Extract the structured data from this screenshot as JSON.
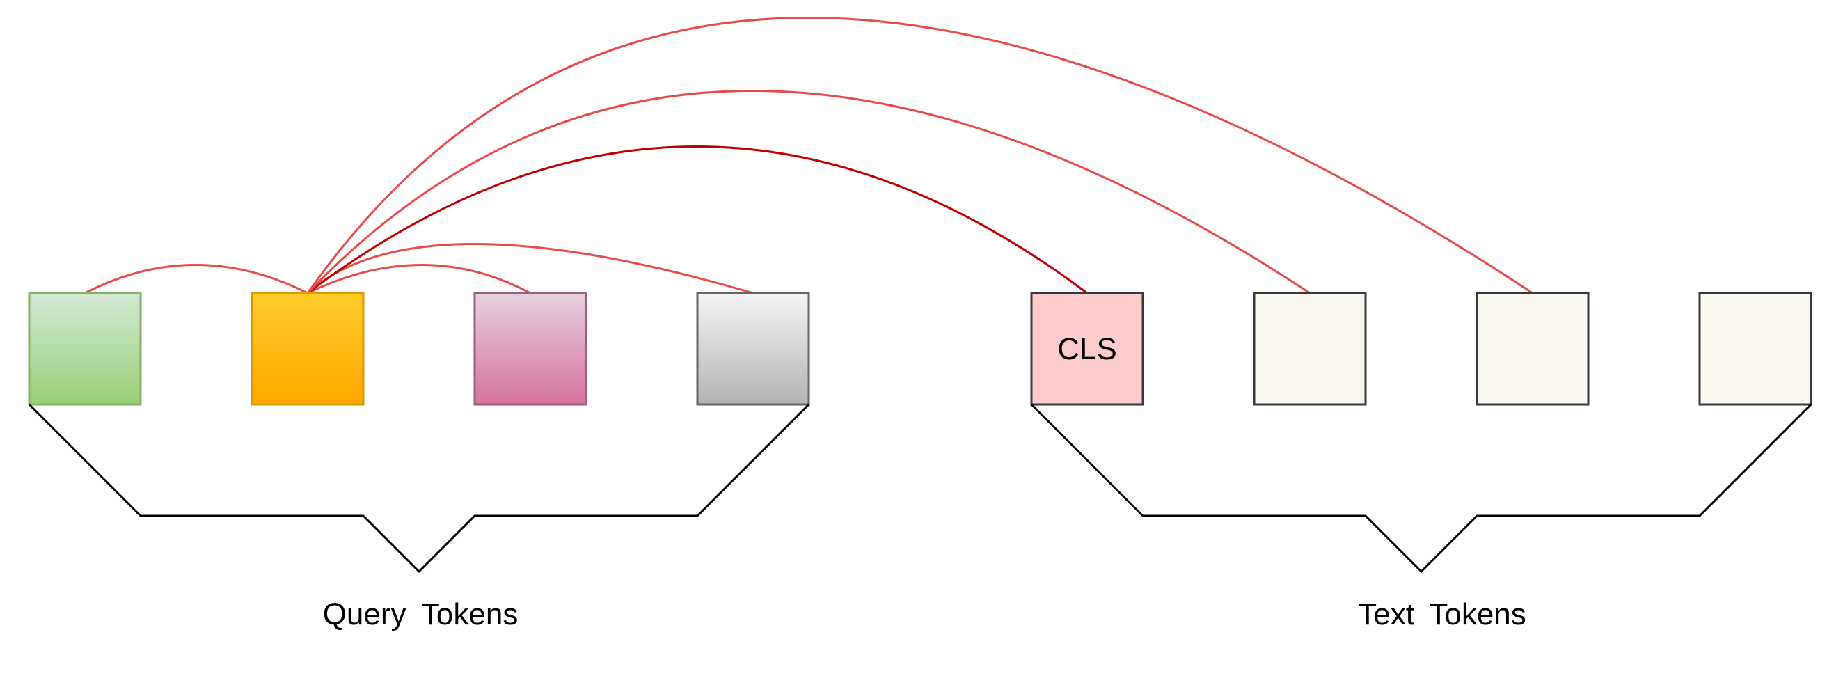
{
  "groups": {
    "query_label": "Query Tokens",
    "text_label": "Text Tokens"
  },
  "query_tokens": [
    {
      "name": "query-token-1",
      "fill_top": "#d5e8d4",
      "fill_bottom": "#97d077",
      "stroke": "#82b366"
    },
    {
      "name": "query-token-2",
      "fill_top": "#ffcd28",
      "fill_bottom": "#ffa500",
      "stroke": "#d79b00"
    },
    {
      "name": "query-token-3",
      "fill_top": "#e6d0de",
      "fill_bottom": "#d5739d",
      "stroke": "#996185"
    },
    {
      "name": "query-token-4",
      "fill_top": "#f5f5f5",
      "fill_bottom": "#b3b3b3",
      "stroke": "#666666"
    }
  ],
  "text_tokens": [
    {
      "name": "cls-token",
      "label": "CLS",
      "fill": "#ffcccc",
      "stroke": "#36393d"
    },
    {
      "name": "text-token-1",
      "label": "",
      "fill": "#f9f7ed",
      "stroke": "#36393d"
    },
    {
      "name": "text-token-2",
      "label": "",
      "fill": "#f9f7ed",
      "stroke": "#36393d"
    },
    {
      "name": "text-token-3",
      "label": "",
      "fill": "#f9f7ed",
      "stroke": "#36393d"
    }
  ],
  "attention_color": "#e84a4a",
  "attention_color_dark": "#c00000"
}
